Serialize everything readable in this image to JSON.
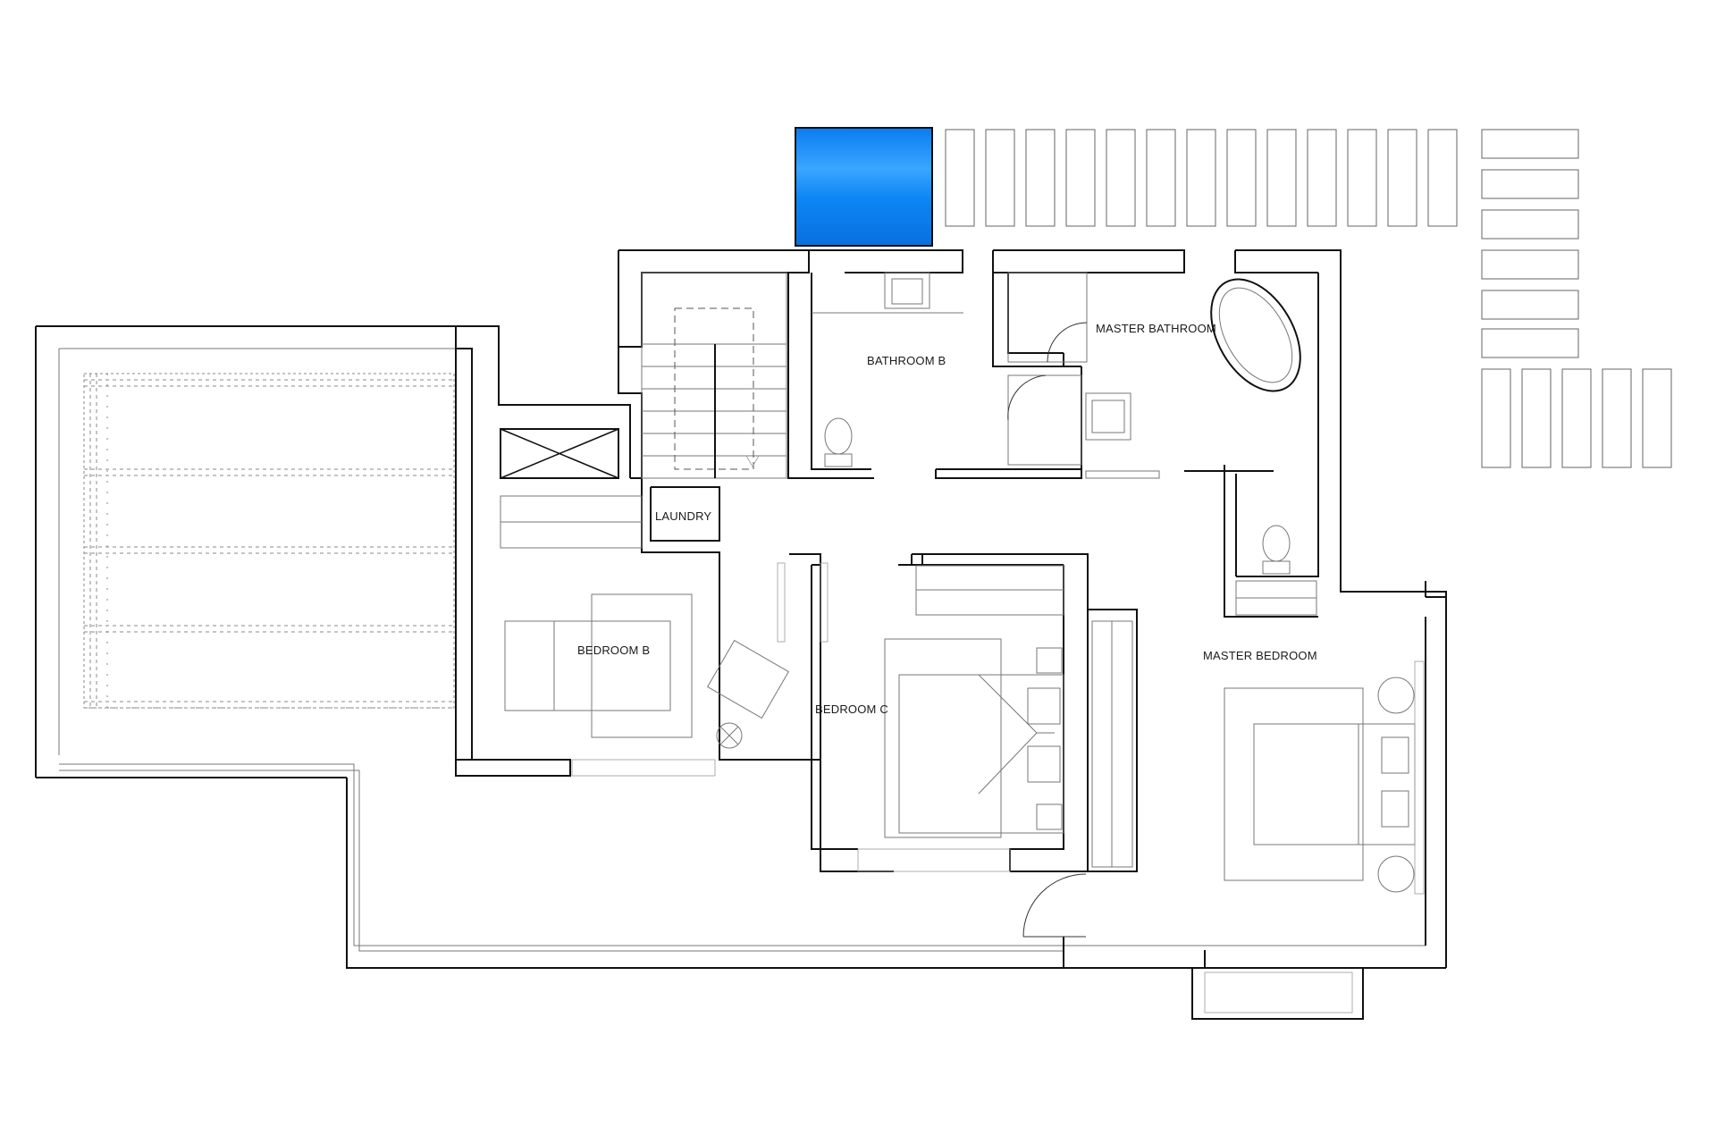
{
  "plan": {
    "rooms": [
      {
        "id": "bathroom-b",
        "label": "BATHROOM B"
      },
      {
        "id": "master-bathroom",
        "label": "MASTER BATHROOM"
      },
      {
        "id": "laundry",
        "label": "LAUNDRY"
      },
      {
        "id": "bedroom-b",
        "label": "BEDROOM B"
      },
      {
        "id": "bedroom-c",
        "label": "BEDROOM C"
      },
      {
        "id": "master-bedroom",
        "label": "MASTER BEDROOM"
      }
    ],
    "colors": {
      "pool": "#0a7cf0",
      "wall": "#111111",
      "line": "#777777",
      "background": "#ffffff"
    },
    "icons": [
      "pool",
      "sun-lounger",
      "toilet",
      "sink",
      "bathtub",
      "shower",
      "bed",
      "armchair",
      "stairs",
      "wardrobe"
    ]
  }
}
